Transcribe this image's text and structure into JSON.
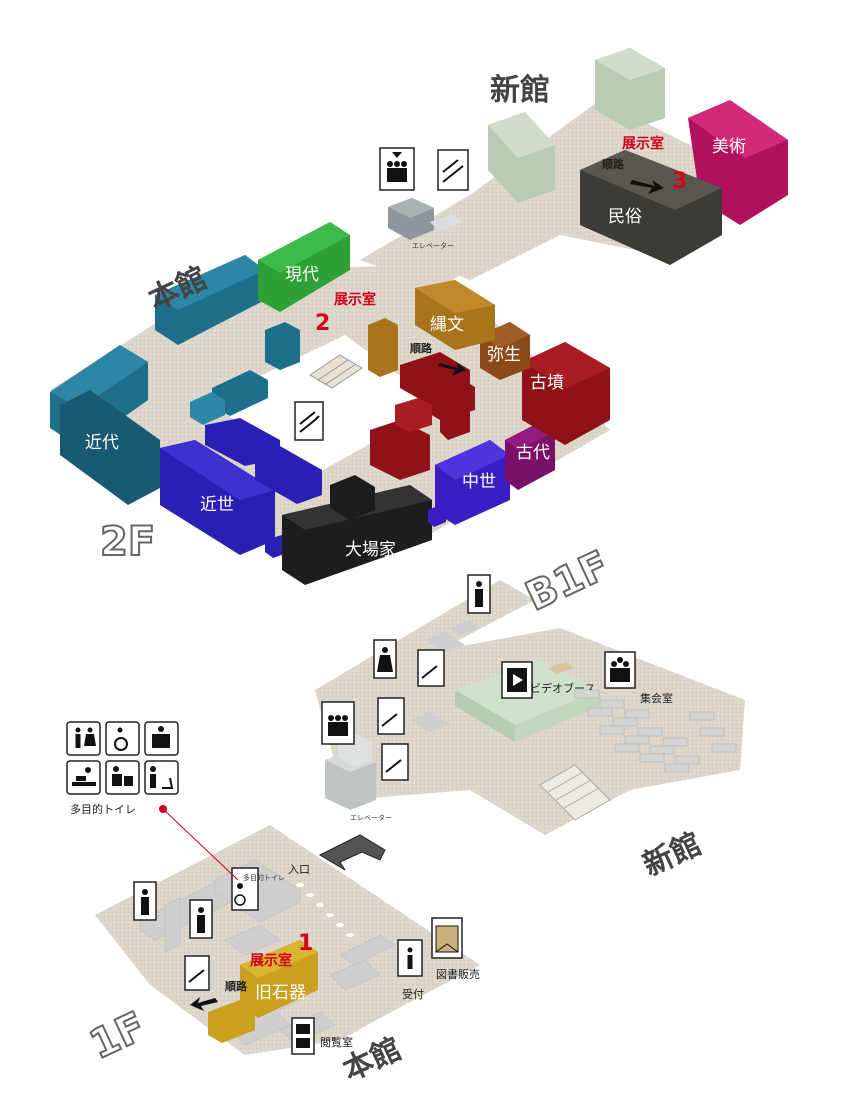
{
  "colors": {
    "floor_main": "#dcd5c9",
    "modern": "#1e6f8c",
    "gendai": "#2ea038",
    "kinsei": "#2a1fb5",
    "chusei": "#3b1dc4",
    "kodai": "#7a1168",
    "kofun": "#8e1217",
    "yayoi": "#8b4a18",
    "jomon": "#a8741c",
    "oobake": "#1d1d1d",
    "bijutsu": "#b0105e",
    "minzoku": "#3d3b36",
    "kyusekki": "#c9a11e",
    "shinkan_wall": "#b9ccb3",
    "room_red": "#d0021b"
  },
  "headings": {
    "shinkan_top": "新館",
    "honkan_2f": "本館",
    "floor_2f": "2F",
    "floor_b1f": "B1F",
    "shinkan_b1": "新館",
    "floor_1f": "1F",
    "honkan_1f": "本館"
  },
  "floor2": {
    "blocks": {
      "gendai": "現代",
      "kindai": "近代",
      "kinsei": "近世",
      "oobake": "大場家",
      "chusei": "中世",
      "kodai": "古代",
      "kofun": "古墳",
      "yayoi": "弥生",
      "jomon": "縄文",
      "bijutsu": "美術",
      "minzoku": "民俗"
    },
    "room2_label": "展示室",
    "room2_num": "2",
    "room3_label": "展示室",
    "room3_num": "3",
    "route": "順路",
    "elevator": "エレベーター"
  },
  "b1": {
    "video_booth": "ビデオブース",
    "assembly": "集会室",
    "elevator": "エレベーター"
  },
  "floor1": {
    "entrance": "入口",
    "room1_label": "展示室",
    "room1_num": "1",
    "kyusekki": "旧石器",
    "route": "順路",
    "reception": "受付",
    "bookshop": "図書販売",
    "reading_room": "閲覧室",
    "multipurpose_toilet": "多目的トイレ",
    "multi_sign": "多目的トイレ"
  },
  "legend_icons": [
    "male-female-restroom-icon",
    "wheelchair-icon",
    "ostomate-icon",
    "baby-changing-icon",
    "baby-seat-icon",
    "child-toilet-icon"
  ]
}
